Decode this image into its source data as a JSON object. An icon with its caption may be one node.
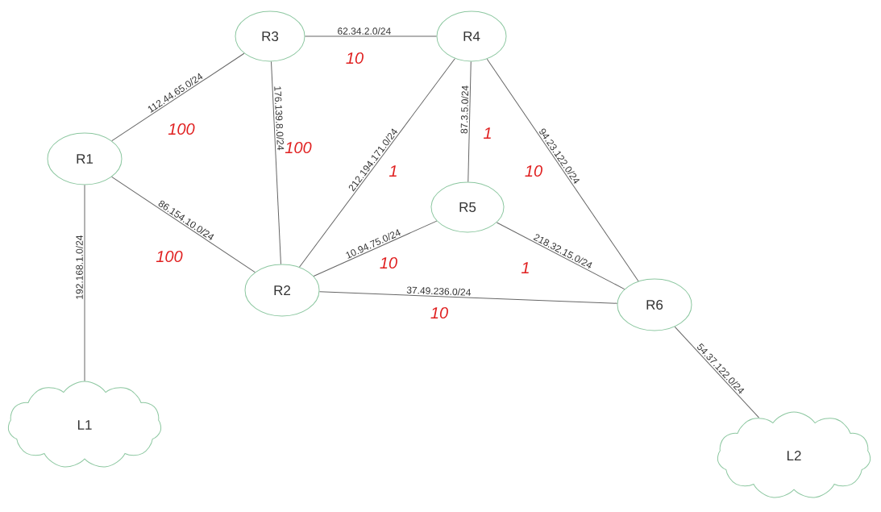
{
  "diagram": {
    "nodes": [
      {
        "text": [
          "R1"
        ]
      },
      {
        "text": [
          "R2"
        ]
      },
      {
        "text": [
          "R3"
        ]
      },
      {
        "text": [
          "R4"
        ]
      },
      {
        "text": [
          "R5"
        ]
      },
      {
        "text": [
          "R6"
        ]
      },
      {
        "text": [
          "L1"
        ]
      },
      {
        "text": [
          "L2"
        ]
      }
    ],
    "edges": [
      {
        "from": 0,
        "to": 2,
        "arrow": "none",
        "label": "112.44.65.0/24"
      },
      {
        "from": 0,
        "to": 1,
        "arrow": "none",
        "label": "86.154.10.0/24"
      },
      {
        "from": 0,
        "to": 6,
        "arrow": "none",
        "label": "192.168.1.0/24"
      },
      {
        "from": 2,
        "to": 3,
        "arrow": "none",
        "label": "62.34.2.0/24"
      },
      {
        "from": 2,
        "to": 1,
        "arrow": "none",
        "label": "176.139.8.0/24"
      },
      {
        "from": 3,
        "to": 1,
        "arrow": "none",
        "label": "212.194.171.0/24"
      },
      {
        "from": 3,
        "to": 4,
        "arrow": "none",
        "label": "87.3.5.0/24"
      },
      {
        "from": 3,
        "to": 5,
        "arrow": "none",
        "label": "94.23.122.0/24"
      },
      {
        "from": 1,
        "to": 4,
        "arrow": "none",
        "label": "10.94.75.0/24"
      },
      {
        "from": 4,
        "to": 5,
        "arrow": "none",
        "label": "218.32.15.0/24"
      },
      {
        "from": 1,
        "to": 5,
        "arrow": "none",
        "label": "37.49.236.0/24"
      },
      {
        "from": 5,
        "to": 7,
        "arrow": "none",
        "label": "54.37.122.0/24"
      }
    ],
    "labels": [
      "10",
      "100",
      "100",
      "1",
      "1",
      "10",
      "10",
      "1",
      "100",
      "10"
    ]
  }
}
